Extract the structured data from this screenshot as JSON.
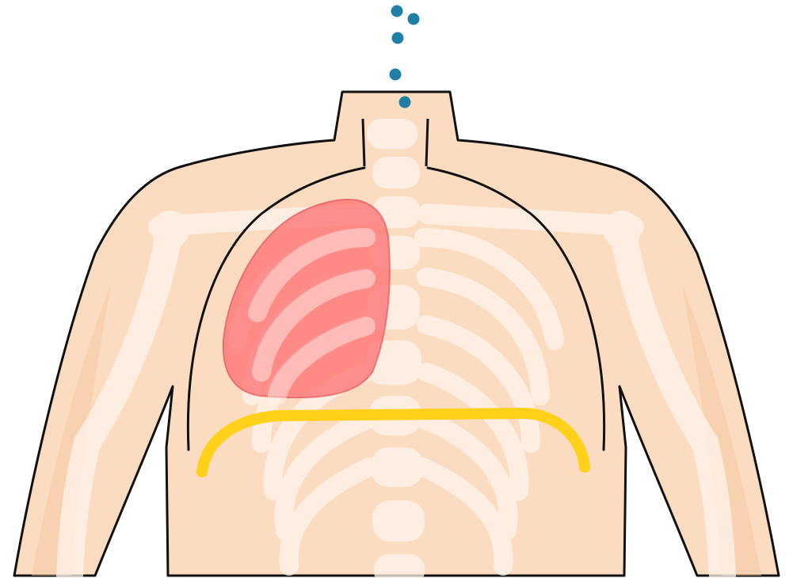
{
  "diagram": {
    "colors": {
      "background": "#ffffff",
      "skin": "#fbdcc0",
      "skin_shadow": "#f6c9a2",
      "outline": "#111111",
      "bone": "#fff4ec",
      "lung_fill": "#ff6f73",
      "lung_stroke": "#e5484f",
      "diaphragm": "#ffd11a",
      "particle": "#1f7fa6"
    },
    "elements": [
      "torso",
      "skeleton",
      "pleural-cavity",
      "collapsed-lung",
      "diaphragm",
      "air-particles"
    ]
  }
}
